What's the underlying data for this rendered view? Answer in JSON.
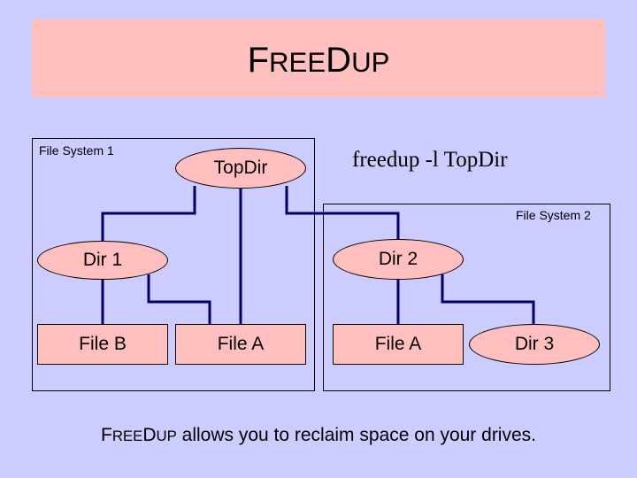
{
  "slide": {
    "title": {
      "big_f": "F",
      "small_ree": "REE",
      "big_d": "D",
      "small_up": "UP"
    },
    "command": "freedup -l TopDir",
    "caption": {
      "big_f": "F",
      "small_ree": "REE",
      "big_d": "D",
      "small_up": "UP",
      "rest": " allows you to reclaim space on your drives."
    }
  },
  "diagram": {
    "file_system_1": "File System 1",
    "file_system_2": "File System 2",
    "nodes": {
      "topdir": "TopDir",
      "dir1": "Dir 1",
      "dir2": "Dir 2",
      "dir3": "Dir 3",
      "file_b": "File B",
      "file_a_fs1": "File A",
      "file_a_fs2": "File A"
    }
  },
  "colors": {
    "background": "#ccccff",
    "node_fill": "#ffbfbf",
    "connector": "#000066"
  }
}
